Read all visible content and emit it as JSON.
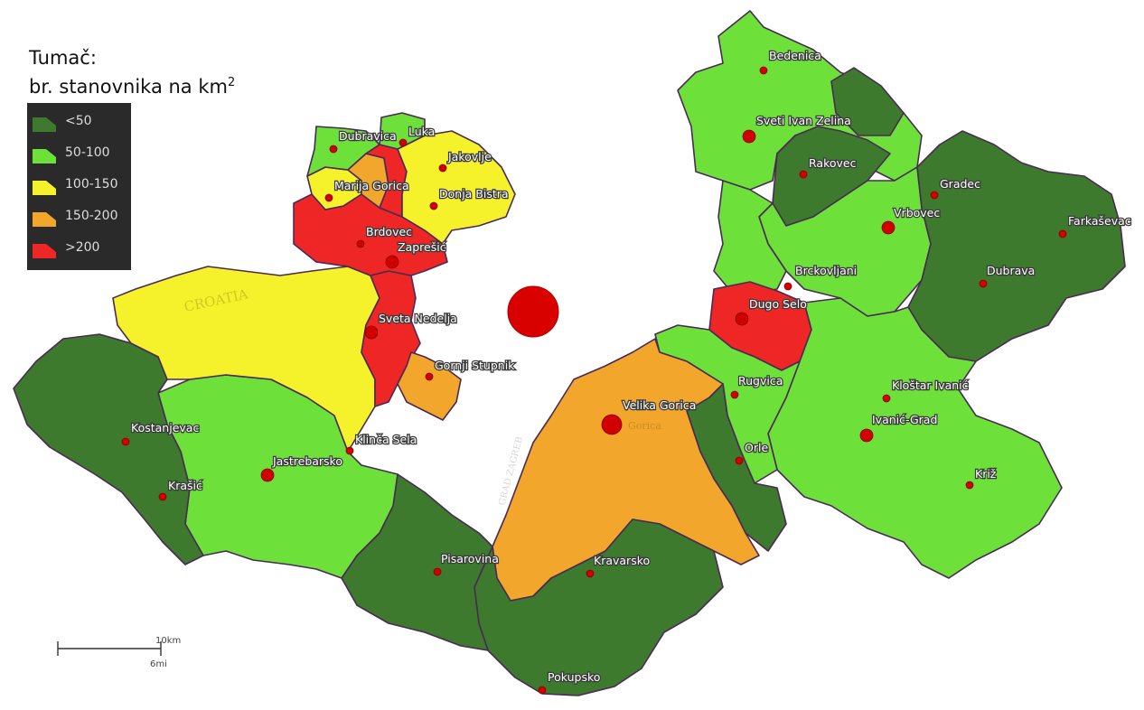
{
  "legend": {
    "title_line1": "Tumač:",
    "title_line2": "br. stanovnika na km",
    "title_sup": "2",
    "classes": [
      {
        "label": "<50",
        "color": "#3d7a2e"
      },
      {
        "label": "50-100",
        "color": "#6ee03a"
      },
      {
        "label": "100-150",
        "color": "#f5f12a"
      },
      {
        "label": "150-200",
        "color": "#f2a62b"
      },
      {
        "label": ">200",
        "color": "#ef2626"
      }
    ]
  },
  "places": [
    {
      "name": "Bedenica"
    },
    {
      "name": "Sveti Ivan Zelina"
    },
    {
      "name": "Rakovec"
    },
    {
      "name": "Gradec"
    },
    {
      "name": "Vrbovec"
    },
    {
      "name": "Farkaševac"
    },
    {
      "name": "Dubrava"
    },
    {
      "name": "Brckovljani"
    },
    {
      "name": "Dugo Selo"
    },
    {
      "name": "Rugvica"
    },
    {
      "name": "Kloštar Ivanić"
    },
    {
      "name": "Ivanić-Grad"
    },
    {
      "name": "Križ"
    },
    {
      "name": "Orle"
    },
    {
      "name": "Velika Gorica"
    },
    {
      "name": "Kravarsko"
    },
    {
      "name": "Pokupsko"
    },
    {
      "name": "Pisarovina"
    },
    {
      "name": "Klinča Sela"
    },
    {
      "name": "Jastrebarsko"
    },
    {
      "name": "Kostanjevac"
    },
    {
      "name": "Krašić"
    },
    {
      "name": "Gornji Stupnik"
    },
    {
      "name": "Sveta Nedelja"
    },
    {
      "name": "Zaprešić"
    },
    {
      "name": "Brdovec"
    },
    {
      "name": "Marija Gorica"
    },
    {
      "name": "Donja Bistra"
    },
    {
      "name": "Jakovlje"
    },
    {
      "name": "Dubravica"
    },
    {
      "name": "Luka"
    }
  ],
  "basemap_text": {
    "croatia": "CROATIA",
    "gorica": "Gorica",
    "grad_zagreb": "GRAD ZAGREB"
  },
  "scale": {
    "km": "10km",
    "mi": "6mi"
  }
}
